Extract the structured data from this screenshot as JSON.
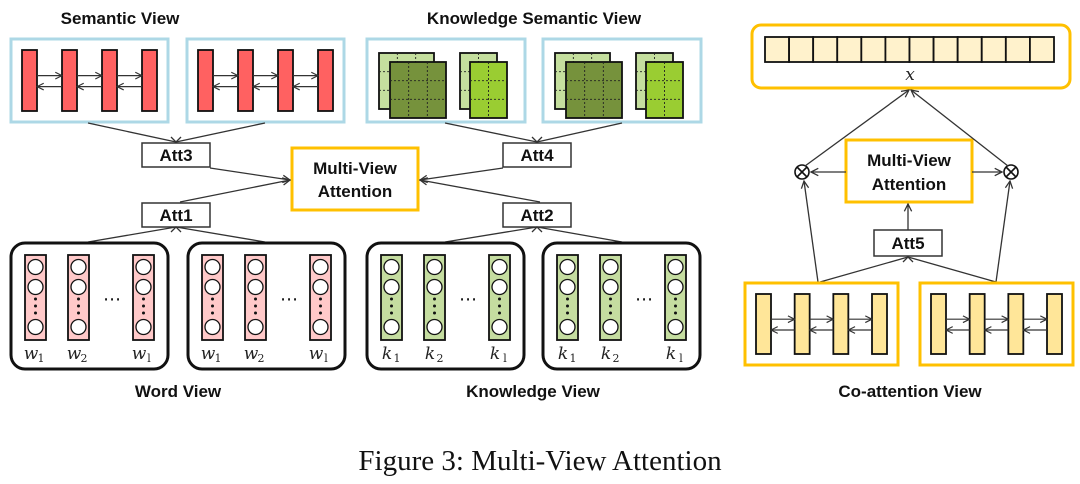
{
  "figure": {
    "caption": "Figure 3: Multi-View Attention",
    "colors": {
      "semantic_cell": "#ff6161",
      "semantic_border": "#add8e6",
      "word_cell": "#ffc9c9",
      "knowledge_cell": "#c5dda0",
      "ks_light": "#c5df9e",
      "ks_dark": "#76923c",
      "ks_bright": "#9acd32",
      "attention_border": "#ffc000",
      "coattention_cell": "#ffe699",
      "output_cell": "#fff2cc"
    }
  },
  "left_panel": {
    "semantic_view": {
      "title": "Semantic View"
    },
    "knowledge_semantic_view": {
      "title": "Knowledge Semantic View"
    },
    "word_view": {
      "title": "Word View",
      "tokens": [
        {
          "base": "w",
          "sub": "1"
        },
        {
          "base": "w",
          "sub": "2"
        },
        {
          "base": "w",
          "sub": "l"
        }
      ],
      "ellipsis": "⋯"
    },
    "knowledge_view": {
      "title": "Knowledge View",
      "tokens": [
        {
          "base": "k",
          "sub": "1"
        },
        {
          "base": "k",
          "sub": "2"
        },
        {
          "base": "k",
          "sub": "l"
        }
      ],
      "ellipsis": "⋯"
    },
    "att_nodes": {
      "att1": "Att1",
      "att2": "Att2",
      "att3": "Att3",
      "att4": "Att4"
    },
    "multi_view_attention": {
      "line1": "Multi-View",
      "line2": "Attention"
    }
  },
  "right_panel": {
    "output_label": "x",
    "output_cells": 12,
    "multi_view_attention": {
      "line1": "Multi-View",
      "line2": "Attention"
    },
    "att5": "Att5",
    "multiply_symbol": "⊗",
    "coattention_view": {
      "title": "Co-attention View"
    }
  }
}
